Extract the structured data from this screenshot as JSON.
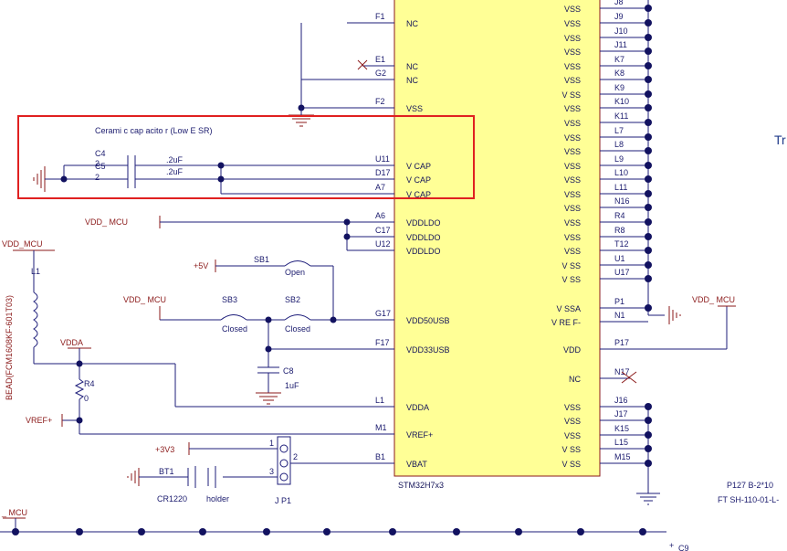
{
  "chip": {
    "name": "STM32H7x3",
    "left_pins": [
      {
        "num": "F1",
        "label": "NC"
      },
      {
        "num": "E1",
        "label": "NC"
      },
      {
        "num": "G2",
        "label": "NC"
      },
      {
        "num": "F2",
        "label": "VSS"
      },
      {
        "num": "U11",
        "label": "V  CAP"
      },
      {
        "num": "D17",
        "label": "V  CAP"
      },
      {
        "num": "A7",
        "label": "V  CAP"
      },
      {
        "num": "A6",
        "label": "VDDLDO"
      },
      {
        "num": "C17",
        "label": "VDDLDO"
      },
      {
        "num": "U12",
        "label": "VDDLDO"
      },
      {
        "num": "G17",
        "label": "VDD50USB"
      },
      {
        "num": "F17",
        "label": "VDD33USB"
      },
      {
        "num": "L1",
        "label": "VDDA"
      },
      {
        "num": "M1",
        "label": "VREF+"
      },
      {
        "num": "B1",
        "label": "VBAT"
      }
    ],
    "right_pins": [
      {
        "num": "J8",
        "label": "VSS"
      },
      {
        "num": "J9",
        "label": "VSS"
      },
      {
        "num": "J10",
        "label": "VSS"
      },
      {
        "num": "J11",
        "label": "VSS"
      },
      {
        "num": "K7",
        "label": "VSS"
      },
      {
        "num": "K8",
        "label": "VSS"
      },
      {
        "num": "K9",
        "label": "V  SS"
      },
      {
        "num": "K10",
        "label": "VSS"
      },
      {
        "num": "K11",
        "label": "VSS"
      },
      {
        "num": "L7",
        "label": "VSS"
      },
      {
        "num": "L8",
        "label": "VSS"
      },
      {
        "num": "L9",
        "label": "VSS"
      },
      {
        "num": "L10",
        "label": "VSS"
      },
      {
        "num": "L11",
        "label": "VSS"
      },
      {
        "num": "N16",
        "label": "VSS"
      },
      {
        "num": "R4",
        "label": "VSS"
      },
      {
        "num": "R8",
        "label": "VSS"
      },
      {
        "num": "T12",
        "label": "VSS"
      },
      {
        "num": "U1",
        "label": "V  SS"
      },
      {
        "num": "U17",
        "label": "V  SS"
      },
      {
        "num": "P1",
        "label": "V  SSA"
      },
      {
        "num": "N1",
        "label": "V  RE  F-"
      },
      {
        "num": "P17",
        "label": "VDD"
      },
      {
        "num": "N17",
        "label": "NC"
      },
      {
        "num": "J16",
        "label": "VSS"
      },
      {
        "num": "J17",
        "label": "VSS"
      },
      {
        "num": "K15",
        "label": "VSS"
      },
      {
        "num": "L15",
        "label": "V  SS"
      },
      {
        "num": "M15",
        "label": "V  SS"
      }
    ]
  },
  "annotation": {
    "text": "Cerami    c cap    acito    r (Low     E    SR)"
  },
  "capacitors": {
    "c4_ref": "C4",
    "c4_pin": "2",
    "c4_value": ".2uF",
    "c5_ref": "C5",
    "c5_pin": "2",
    "c5_value": ".2uF",
    "c8_ref": "C8",
    "c8_value": "1uF"
  },
  "nets": {
    "vdd_mcu_ldo": "VDD_ MCU",
    "vdd_mcu_bead": "VDD_MCU",
    "vdd_mcu_sb3": "VDD_ MCU",
    "vdd_mcu_right": "VDD_      MCU",
    "vdd_mcu_bottom": "_ MCU",
    "plus5v": "+5V",
    "vdda": "VDDA",
    "vref_plus": "VREF+",
    "plus3v3": "+3V3"
  },
  "solder_bridges": {
    "sb1_ref": "SB1",
    "sb1_state": "Open",
    "sb2_ref": "SB2",
    "sb2_state": "Closed",
    "sb3_ref": "SB3",
    "sb3_state": "Closed"
  },
  "bead": {
    "ref": "L1",
    "part": "BEAD(FCM1608KF-601T03)"
  },
  "resistor": {
    "ref": "R4",
    "value": "0"
  },
  "battery": {
    "ref": "BT1",
    "part": "CR1220",
    "holder": "holder"
  },
  "jumper": {
    "ref": "J P1",
    "pin1": "1",
    "pin2": "2",
    "pin3": "3"
  },
  "right_notes": {
    "title_fragment": "Tr",
    "line1": "P127   B-2*10",
    "line2": "FT   SH-110-01-L-"
  },
  "bottom": {
    "cap_label": "C9",
    "plus": "+"
  }
}
